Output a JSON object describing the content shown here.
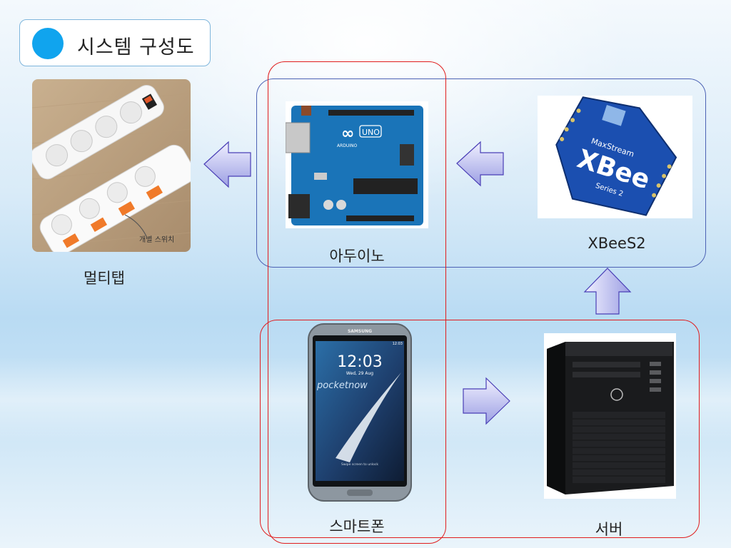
{
  "title": "시스템 구성도",
  "nodes": {
    "multitap": {
      "label": "멀티탭",
      "photo_caption": "개별 스위치"
    },
    "arduino": {
      "label": "아두이노",
      "board_text": "UNO",
      "brand": "ARDUINO"
    },
    "xbee": {
      "label": "XBeeS2",
      "module_text": "XBee",
      "series_text": "Series 2",
      "maker_text": "MaxStream"
    },
    "smartphone": {
      "label": "스마트폰",
      "brand": "SAMSUNG",
      "clock": "12:03",
      "date": "Wed, 29 Aug",
      "watermark": "pocketnow",
      "status_time": "12:03",
      "unlock_hint": "Swipe screen to unlock"
    },
    "server": {
      "label": "서버"
    }
  },
  "arrows": [
    {
      "from": "arduino",
      "to": "multitap",
      "direction": "left"
    },
    {
      "from": "xbee",
      "to": "arduino",
      "direction": "left"
    },
    {
      "from": "server",
      "to": "xbee",
      "direction": "up"
    },
    {
      "from": "smartphone",
      "to": "server",
      "direction": "right"
    }
  ],
  "colors": {
    "title_dot": "#10a4ee",
    "group_blue": "#4c62b4",
    "group_red": "#e01d1d",
    "arrow_fill_light": "#e9e9fb",
    "arrow_fill_dark": "#9c9fe3",
    "arrow_stroke": "#4a3fb6"
  }
}
